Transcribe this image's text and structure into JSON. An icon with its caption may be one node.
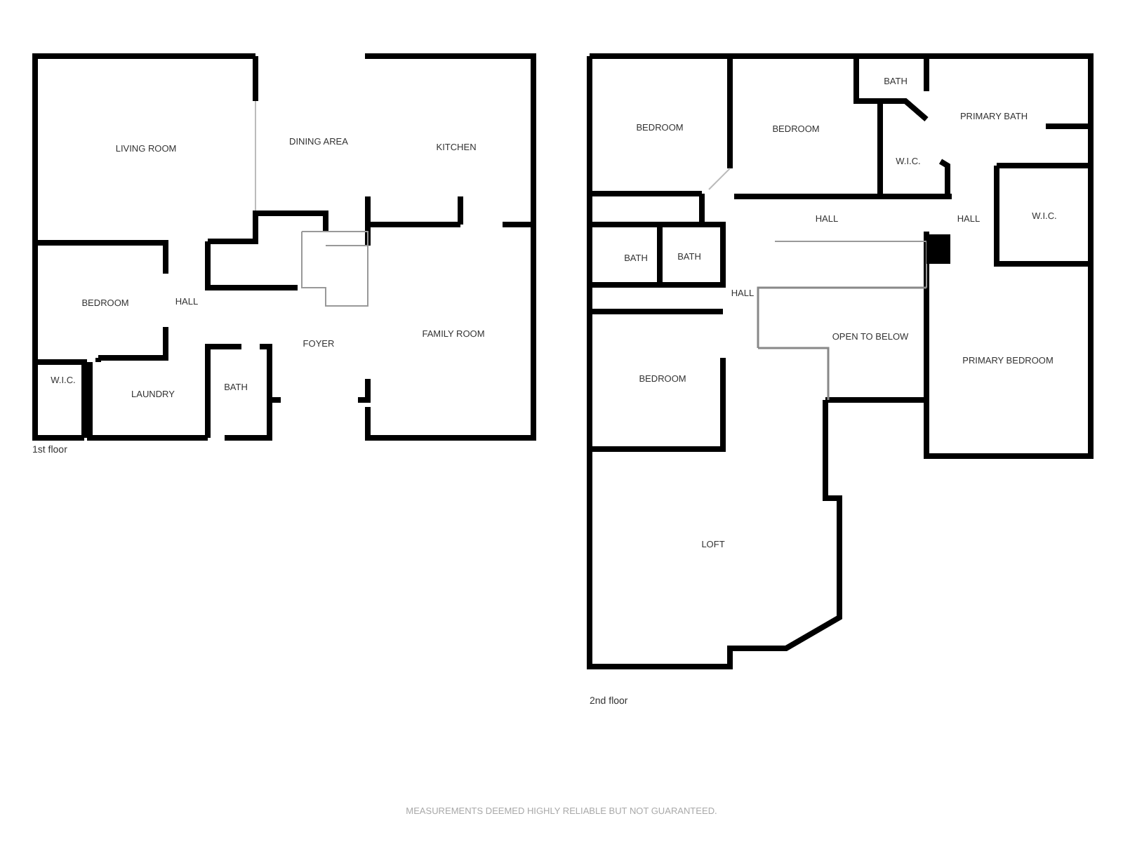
{
  "diagram": {
    "labels": [
      "LIVING ROOM",
      "DINING AREA",
      "KITCHEN",
      "BEDROOM",
      "HALL",
      "FOYER",
      "FAMILY ROOM",
      "W.I.C.",
      "LAUNDRY",
      "BATH",
      "1st floor",
      "BEDROOM",
      "BEDROOM",
      "BATH",
      "PRIMARY BATH",
      "W.I.C.",
      "HALL",
      "HALL",
      "W.I.C.",
      "BATH",
      "BATH",
      "HALL",
      "OPEN TO BELOW",
      "PRIMARY BEDROOM",
      "BEDROOM",
      "LOFT",
      "2nd floor",
      "MEASUREMENTS DEEMED HIGHLY RELIABLE BUT NOT GUARANTEED."
    ]
  }
}
